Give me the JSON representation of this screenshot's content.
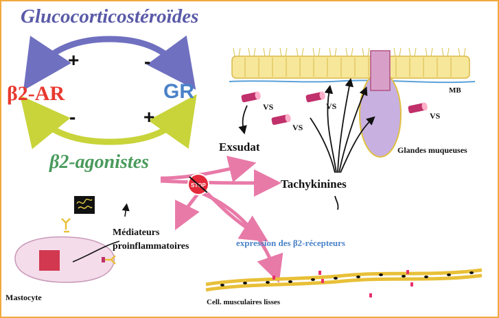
{
  "title": "Glucocorticostéroïdes",
  "receptors": {
    "beta_ar": "β2-AR",
    "gr": "GR"
  },
  "agonists": "β2-agonistes",
  "signs": {
    "top_left": "+",
    "top_right": "-",
    "bottom_left": "-",
    "bottom_right": "+"
  },
  "labels": {
    "exsudat": "Exsudat",
    "tachykinines": "Tachykinines",
    "glandes": "Glandes muqueuses",
    "mb": "MB",
    "vs": "VS",
    "mediateurs_line1": "Médiateurs",
    "mediateurs_line2": "proinflammatoires",
    "expression": "expression des β2-récepteurs",
    "mastocyte": "Mastocyte",
    "cellules": "Cell. musculaires lisses",
    "stop": "STOP"
  },
  "colors": {
    "frame": "#f2a93b",
    "title": "#5a5aa8",
    "beta_ar": "#e8392f",
    "gr": "#4a82c8",
    "agonists": "#4a9a5c",
    "effect_arrows": "#e87aa8",
    "epithelium": "#f7e79a",
    "vessel": "#c0306a",
    "gland": "#c8b0e0"
  }
}
